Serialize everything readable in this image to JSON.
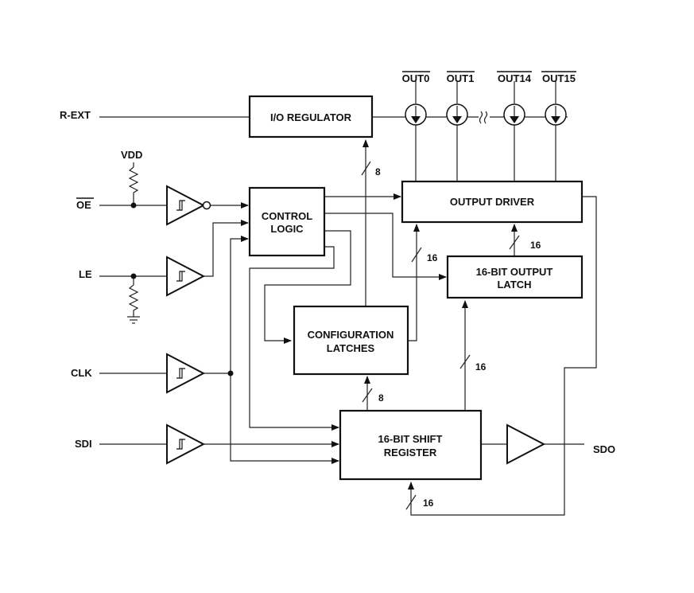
{
  "signals": {
    "r_ext": "R-EXT",
    "vdd": "VDD",
    "oe": "OE",
    "le": "LE",
    "clk": "CLK",
    "sdi": "SDI",
    "sdo": "SDO"
  },
  "outputs": [
    "OUT0",
    "OUT1",
    "OUT14",
    "OUT15"
  ],
  "blocks": {
    "io_regulator": [
      "I/O REGULATOR"
    ],
    "control_logic": [
      "CONTROL",
      "LOGIC"
    ],
    "output_driver": [
      "OUTPUT DRIVER"
    ],
    "output_latch": [
      "16-BIT OUTPUT",
      "LATCH"
    ],
    "config_latches": [
      "CONFIGURATION",
      "LATCHES"
    ],
    "shift_register": [
      "16-BIT SHIFT",
      "REGISTER"
    ]
  },
  "bus_widths": {
    "regulator_bus": "8",
    "driver_bus": "16",
    "latch_to_driver_bus": "16",
    "shift_to_latch_bus": "16",
    "shift_to_config_bus": "8",
    "feedback_bus": "16"
  }
}
